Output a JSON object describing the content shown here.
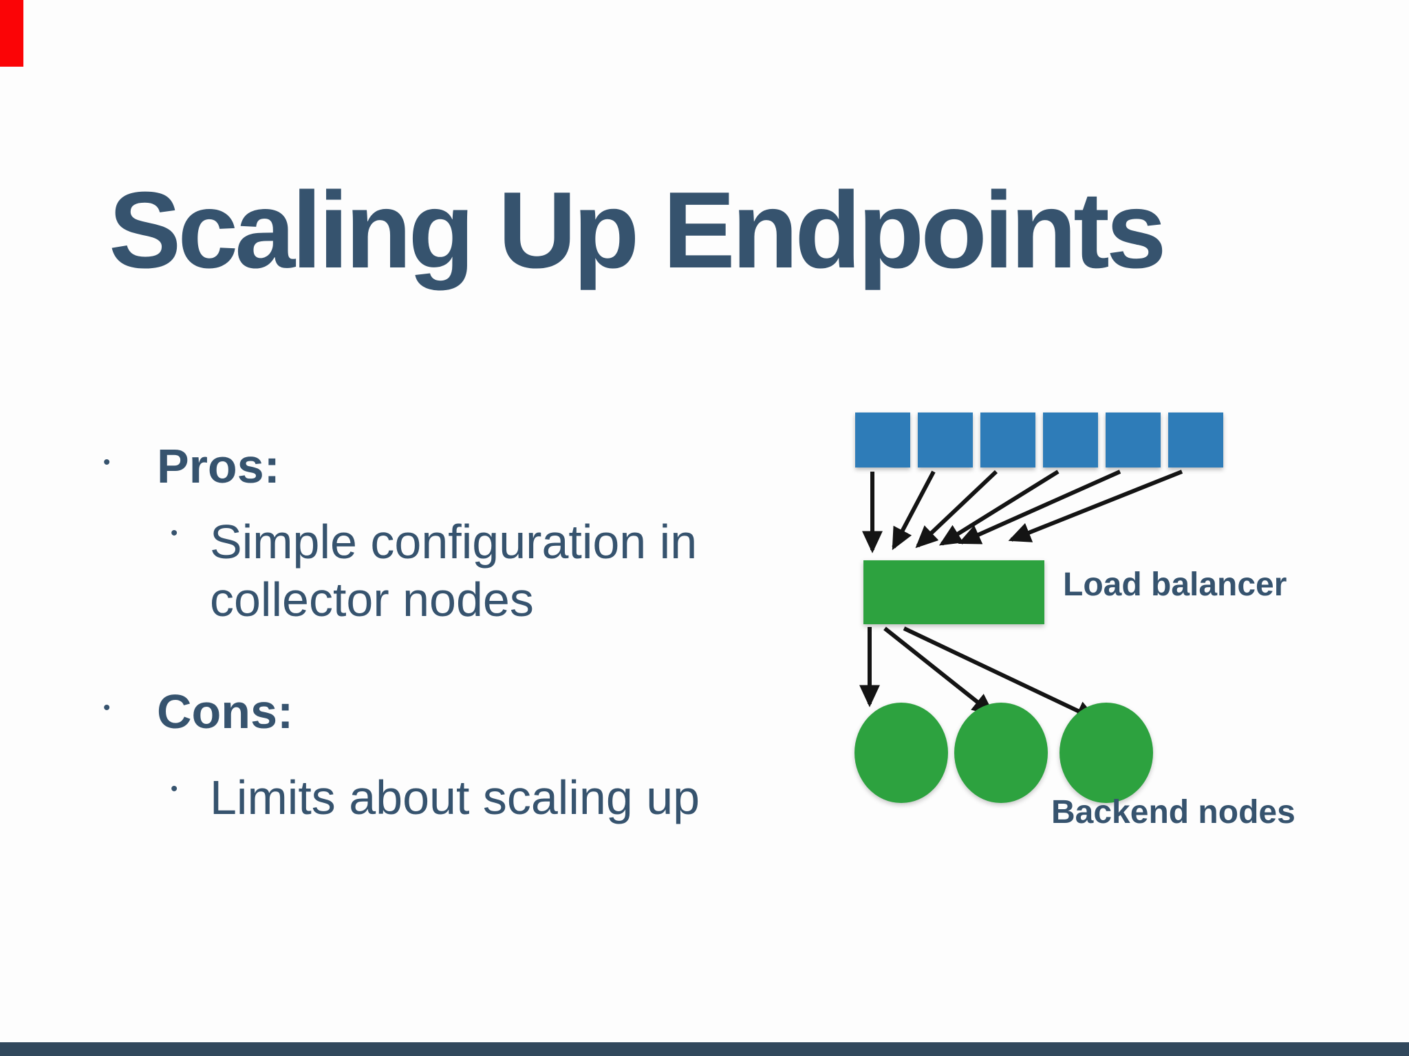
{
  "slide": {
    "title": "Scaling Up Endpoints",
    "bullets": [
      {
        "label": "Pros:",
        "items": [
          "Simple configuration in collector nodes"
        ]
      },
      {
        "label": "Cons:",
        "items": [
          "Limits about scaling up"
        ]
      }
    ]
  },
  "diagram": {
    "clients": {
      "count": 6,
      "shape": "square",
      "color": "#2e7cb8"
    },
    "load_balancer": {
      "label": "Load balancer",
      "shape": "rectangle",
      "color": "#2da23f"
    },
    "backends": {
      "label": "Backend nodes",
      "count": 3,
      "shape": "circle",
      "color": "#2da23f"
    },
    "arrow_color": "#141414"
  },
  "decorations": {
    "top_left_marker_color": "#fb0406",
    "bottom_bar_color": "#31485c"
  },
  "colors": {
    "text": "#36536e",
    "background": "#fdfdfd"
  }
}
